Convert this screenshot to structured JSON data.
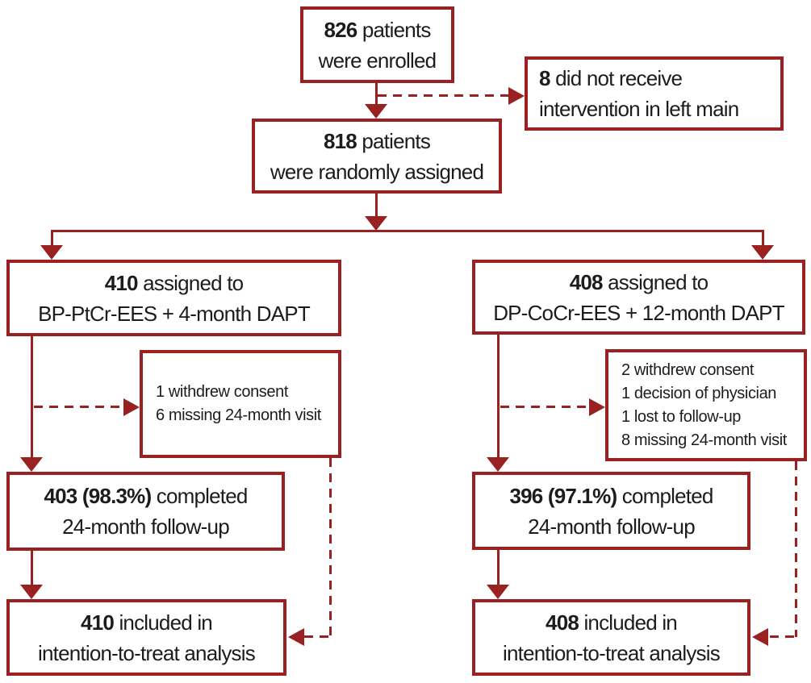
{
  "colors": {
    "line": "#9A2122",
    "text": "#1C1C1C",
    "bg": "#FFFFFF"
  },
  "boxes": {
    "enrolled": {
      "count": "826",
      "line1_rest": " patients",
      "line2": "were enrolled"
    },
    "not_received": {
      "count": "8",
      "line1_rest": " did not receive",
      "line2": "intervention in left main"
    },
    "randomized": {
      "count": "818",
      "line1_rest": " patients",
      "line2": "were randomly assigned"
    },
    "arm_left": {
      "count": "410",
      "line1_rest": " assigned to",
      "line2": "BP-PtCr-EES + 4-month DAPT"
    },
    "arm_right": {
      "count": "408",
      "line1_rest": " assigned to",
      "line2": "DP-CoCr-EES + 12-month DAPT"
    },
    "exclusions_left": {
      "lines": [
        "1 withdrew consent",
        "6 missing 24-month visit"
      ]
    },
    "exclusions_right": {
      "lines": [
        "2 withdrew consent",
        "1 decision of physician",
        "1 lost to follow-up",
        "8 missing 24-month visit"
      ]
    },
    "completed_left": {
      "count": "403 (98.3%)",
      "line1_rest": " completed",
      "line2": "24-month follow-up"
    },
    "completed_right": {
      "count": "396 (97.1%)",
      "line1_rest": " completed",
      "line2": "24-month follow-up"
    },
    "itt_left": {
      "count": "410",
      "line1_rest": " included in",
      "line2": "intention-to-treat analysis"
    },
    "itt_right": {
      "count": "408",
      "line1_rest": " included in",
      "line2": "intention-to-treat analysis"
    }
  }
}
